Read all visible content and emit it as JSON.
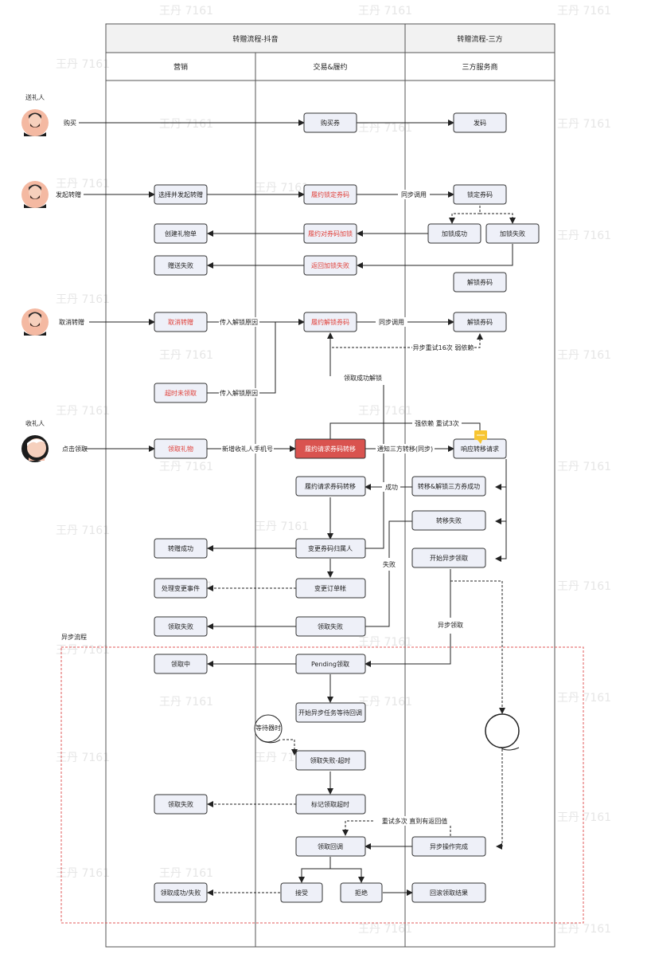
{
  "headers": {
    "douyin": "转赠流程-抖音",
    "thirdparty": "转赠流程-三方",
    "marketing": "营销",
    "trade": "交易&履约",
    "provider": "三方服务商"
  },
  "actors": {
    "sender": "送礼人",
    "receiver": "收礼人",
    "buy": "购买",
    "initiate": "发起转赠",
    "cancel": "取消转赠",
    "claim": "点击领取"
  },
  "nodes": {
    "buy_voucher": "购买券",
    "issue_code": "发码",
    "select_transfer": "选择并发起转赠",
    "lock_voucher": "履约锁定券码",
    "lock_code": "锁定券码",
    "lock_success": "加锁成功",
    "lock_fail": "加锁失败",
    "create_gift": "创建礼物单",
    "fulfill_lock": "履约对券码加锁",
    "gift_fail": "赠送失败",
    "return_lock_fail": "返回加锁失败",
    "unlock_code_a": "解锁券码",
    "cancel_transfer": "取消转赠",
    "fulfill_unlock": "履约解锁券码",
    "unlock_code_b": "解锁券码",
    "timeout_unclaimed": "超时未领取",
    "receive_gift": "领取礼物",
    "fulfill_request_red": "履约请求券码转移",
    "respond_transfer": "响应转移请求",
    "fulfill_request": "履约请求券码转移",
    "transfer_unlock_ok": "转移&解锁三方券成功",
    "transfer_fail": "转移失败",
    "transfer_success": "转赠成功",
    "change_owner": "变更券码归属人",
    "start_async": "开始异步领取",
    "handle_change": "处理变更事件",
    "change_order": "变更订单帐",
    "claim_fail_a": "领取失败",
    "claim_fail_b": "领取失败",
    "claiming": "领取中",
    "pending_claim": "Pending领取",
    "start_async_task": "开始异步任务等待回调",
    "timer": "等待器时",
    "claim_fail_timeout": "领取失败-超时",
    "claim_fail_c": "领取失败",
    "mark_timeout": "标记领取超时",
    "claim_callback": "领取回调",
    "async_done": "异步操作完成",
    "claim_result": "领取成功/失败",
    "accept": "接受",
    "reject": "拒绝",
    "callback_result": "回滚领取结果"
  },
  "labels": {
    "sync_call_a": "同步调用",
    "pass_reason_a": "传入解锁原因",
    "sync_call_b": "同步调用",
    "async_retry": "异步重试16次 弱依赖",
    "pass_reason_b": "传入解锁原因",
    "claim_success_unlock": "领取成功解锁",
    "strong_retry": "强依赖 重试3次",
    "new_phone": "新增收礼人手机号",
    "notify_transfer": "通知三方转移(同步)",
    "success": "成功",
    "fail": "失败",
    "async_claim": "异步领取",
    "async_flow": "异步流程",
    "retry_until": "重试多次 直到有返回值"
  },
  "watermark": "王丹 7161"
}
